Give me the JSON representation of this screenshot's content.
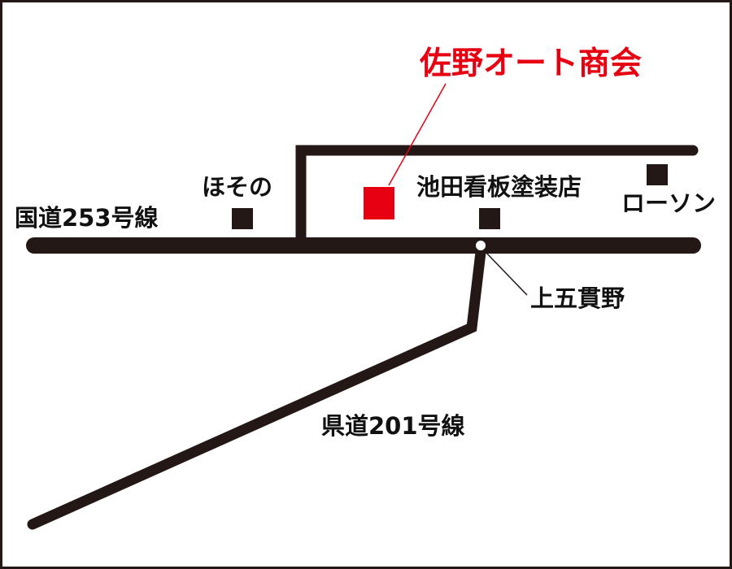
{
  "map": {
    "title": "佐野オート商会",
    "colors": {
      "accent": "#e60012",
      "road": "#231815",
      "ink": "#111111",
      "background": "#ffffff"
    },
    "roads": {
      "national": "国道253号線",
      "prefectural": "県道201号線"
    },
    "landmarks": {
      "hosono": "ほその",
      "ikeda": "池田看板塗装店",
      "lawson": "ローソン"
    },
    "intersection": "上五貫野"
  }
}
